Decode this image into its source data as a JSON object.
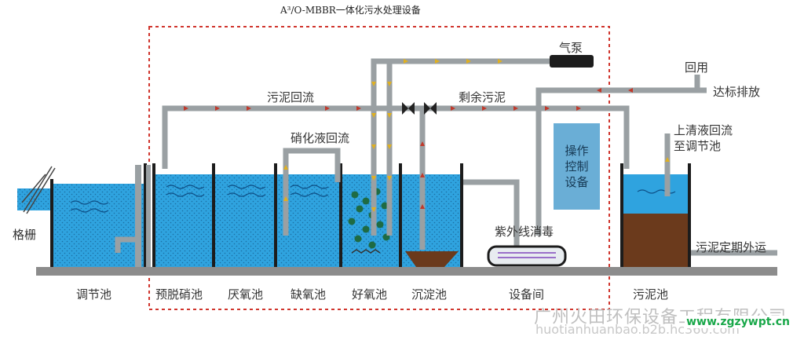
{
  "title": "A³/O-MBBR一体化污水处理设备",
  "flow_labels": {
    "air_pump": "气泵",
    "sludge_return": "污泥回流",
    "excess_sludge": "剩余污泥",
    "nitrification_return": "硝化液回流",
    "uv_disinfection": "紫外线消毒",
    "reuse": "回用",
    "discharge": "达标排放",
    "supernatant_return_1": "上清液回流",
    "supernatant_return_2": "至调节池",
    "sludge_out": "污泥定期外运",
    "screen": "格栅",
    "control": [
      "操作",
      "控制",
      "设备"
    ]
  },
  "tanks": [
    "调节池",
    "预脱硝池",
    "厌氧池",
    "缺氧池",
    "好氧池",
    "沉淀池",
    "设备间",
    "污泥池"
  ],
  "watermark": {
    "company": "广州火田环保设备工程有限公司",
    "domain": "huotianhuanbao.b2b.hc360.com",
    "site": "www.zgzywpt.cn"
  },
  "colors": {
    "water": "#2fa3df",
    "pipe": "#9aa0a3",
    "wall": "#1c1c1c",
    "sludge": "#6b3a1c",
    "dashed_border": "#d0342c",
    "control_box": "#6aaed6",
    "arrow_red": "#c0392b",
    "arrow_yellow": "#e0b020"
  }
}
